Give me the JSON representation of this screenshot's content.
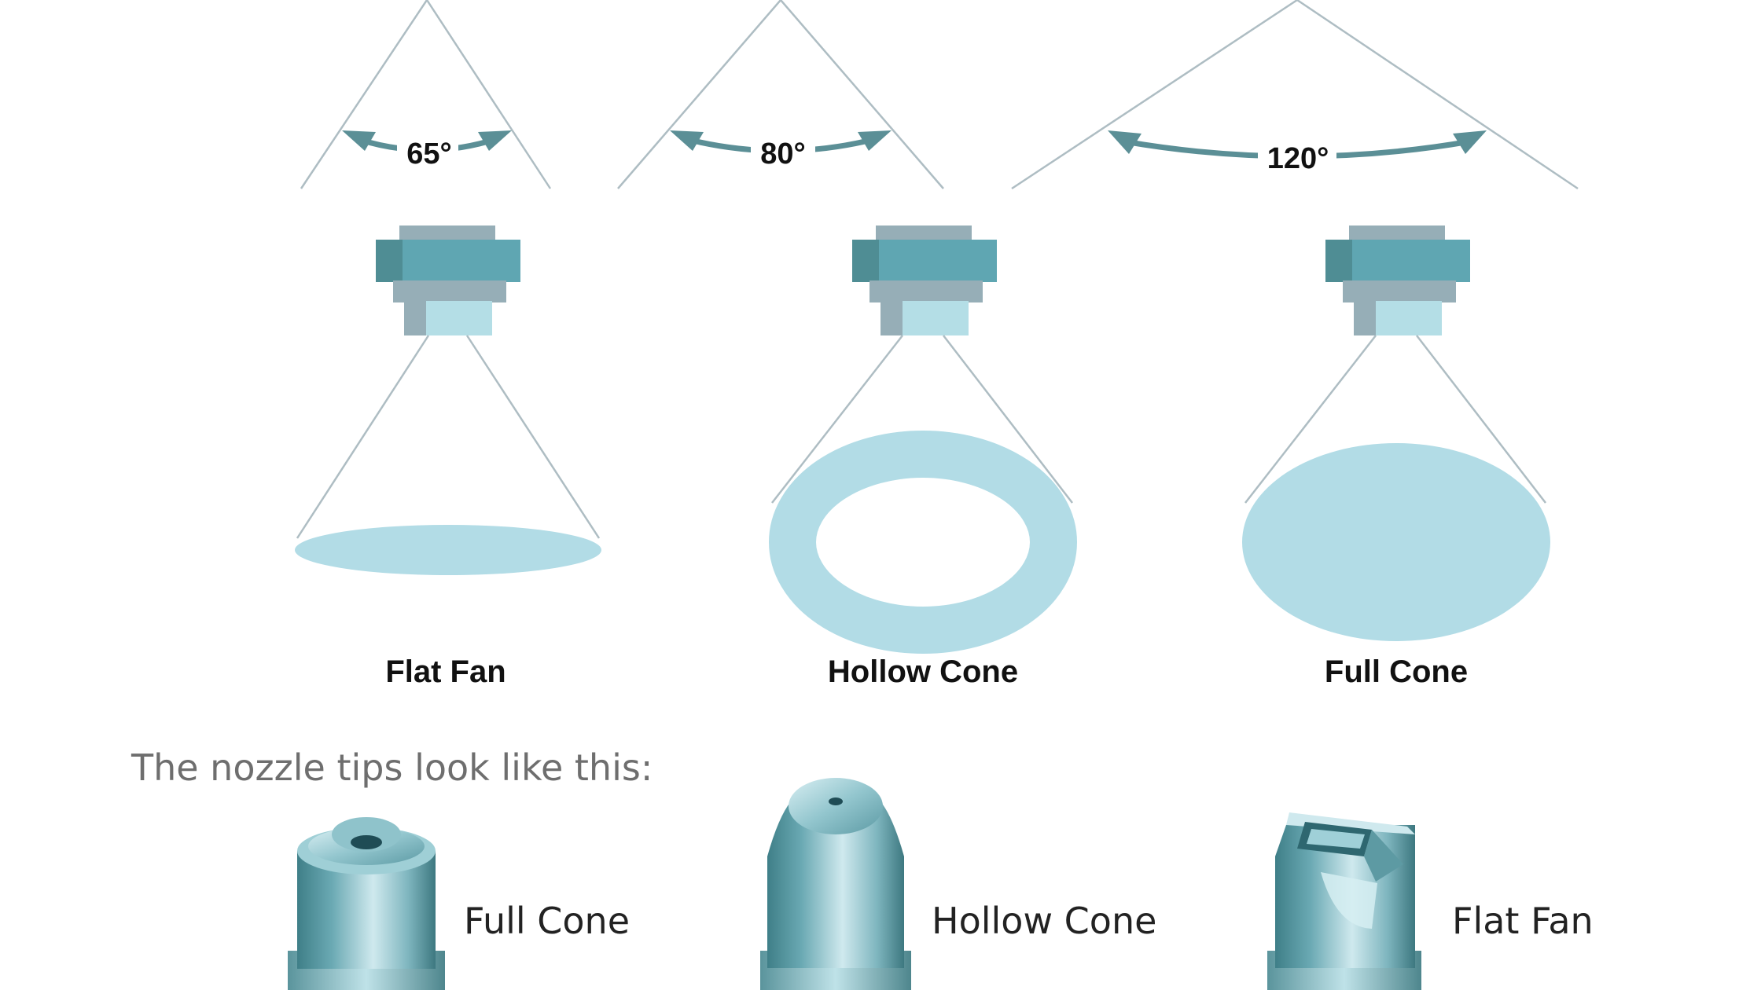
{
  "spray_patterns": [
    {
      "name": "Flat Fan",
      "angle_label": "65°",
      "pattern": "flat"
    },
    {
      "name": "Hollow Cone",
      "angle_label": "80°",
      "pattern": "ring"
    },
    {
      "name": "Full Cone",
      "angle_label": "120°",
      "pattern": "disc"
    }
  ],
  "intro_text": "The nozzle tips look like this:",
  "tips": [
    {
      "label": "Full Cone",
      "icon": "full-cone-tip-icon"
    },
    {
      "label": "Hollow Cone",
      "icon": "hollow-cone-tip-icon"
    },
    {
      "label": "Flat Fan",
      "icon": "flat-fan-tip-icon"
    }
  ],
  "colors": {
    "spray": "#b2dce6",
    "nozzle_main": "#5fa6b2",
    "nozzle_dark": "#4f8d94",
    "nozzle_grey": "#96aeb7",
    "nozzle_light": "#b4dee6",
    "arrow": "#5b8f96",
    "guide_line": "#aebdc3"
  }
}
